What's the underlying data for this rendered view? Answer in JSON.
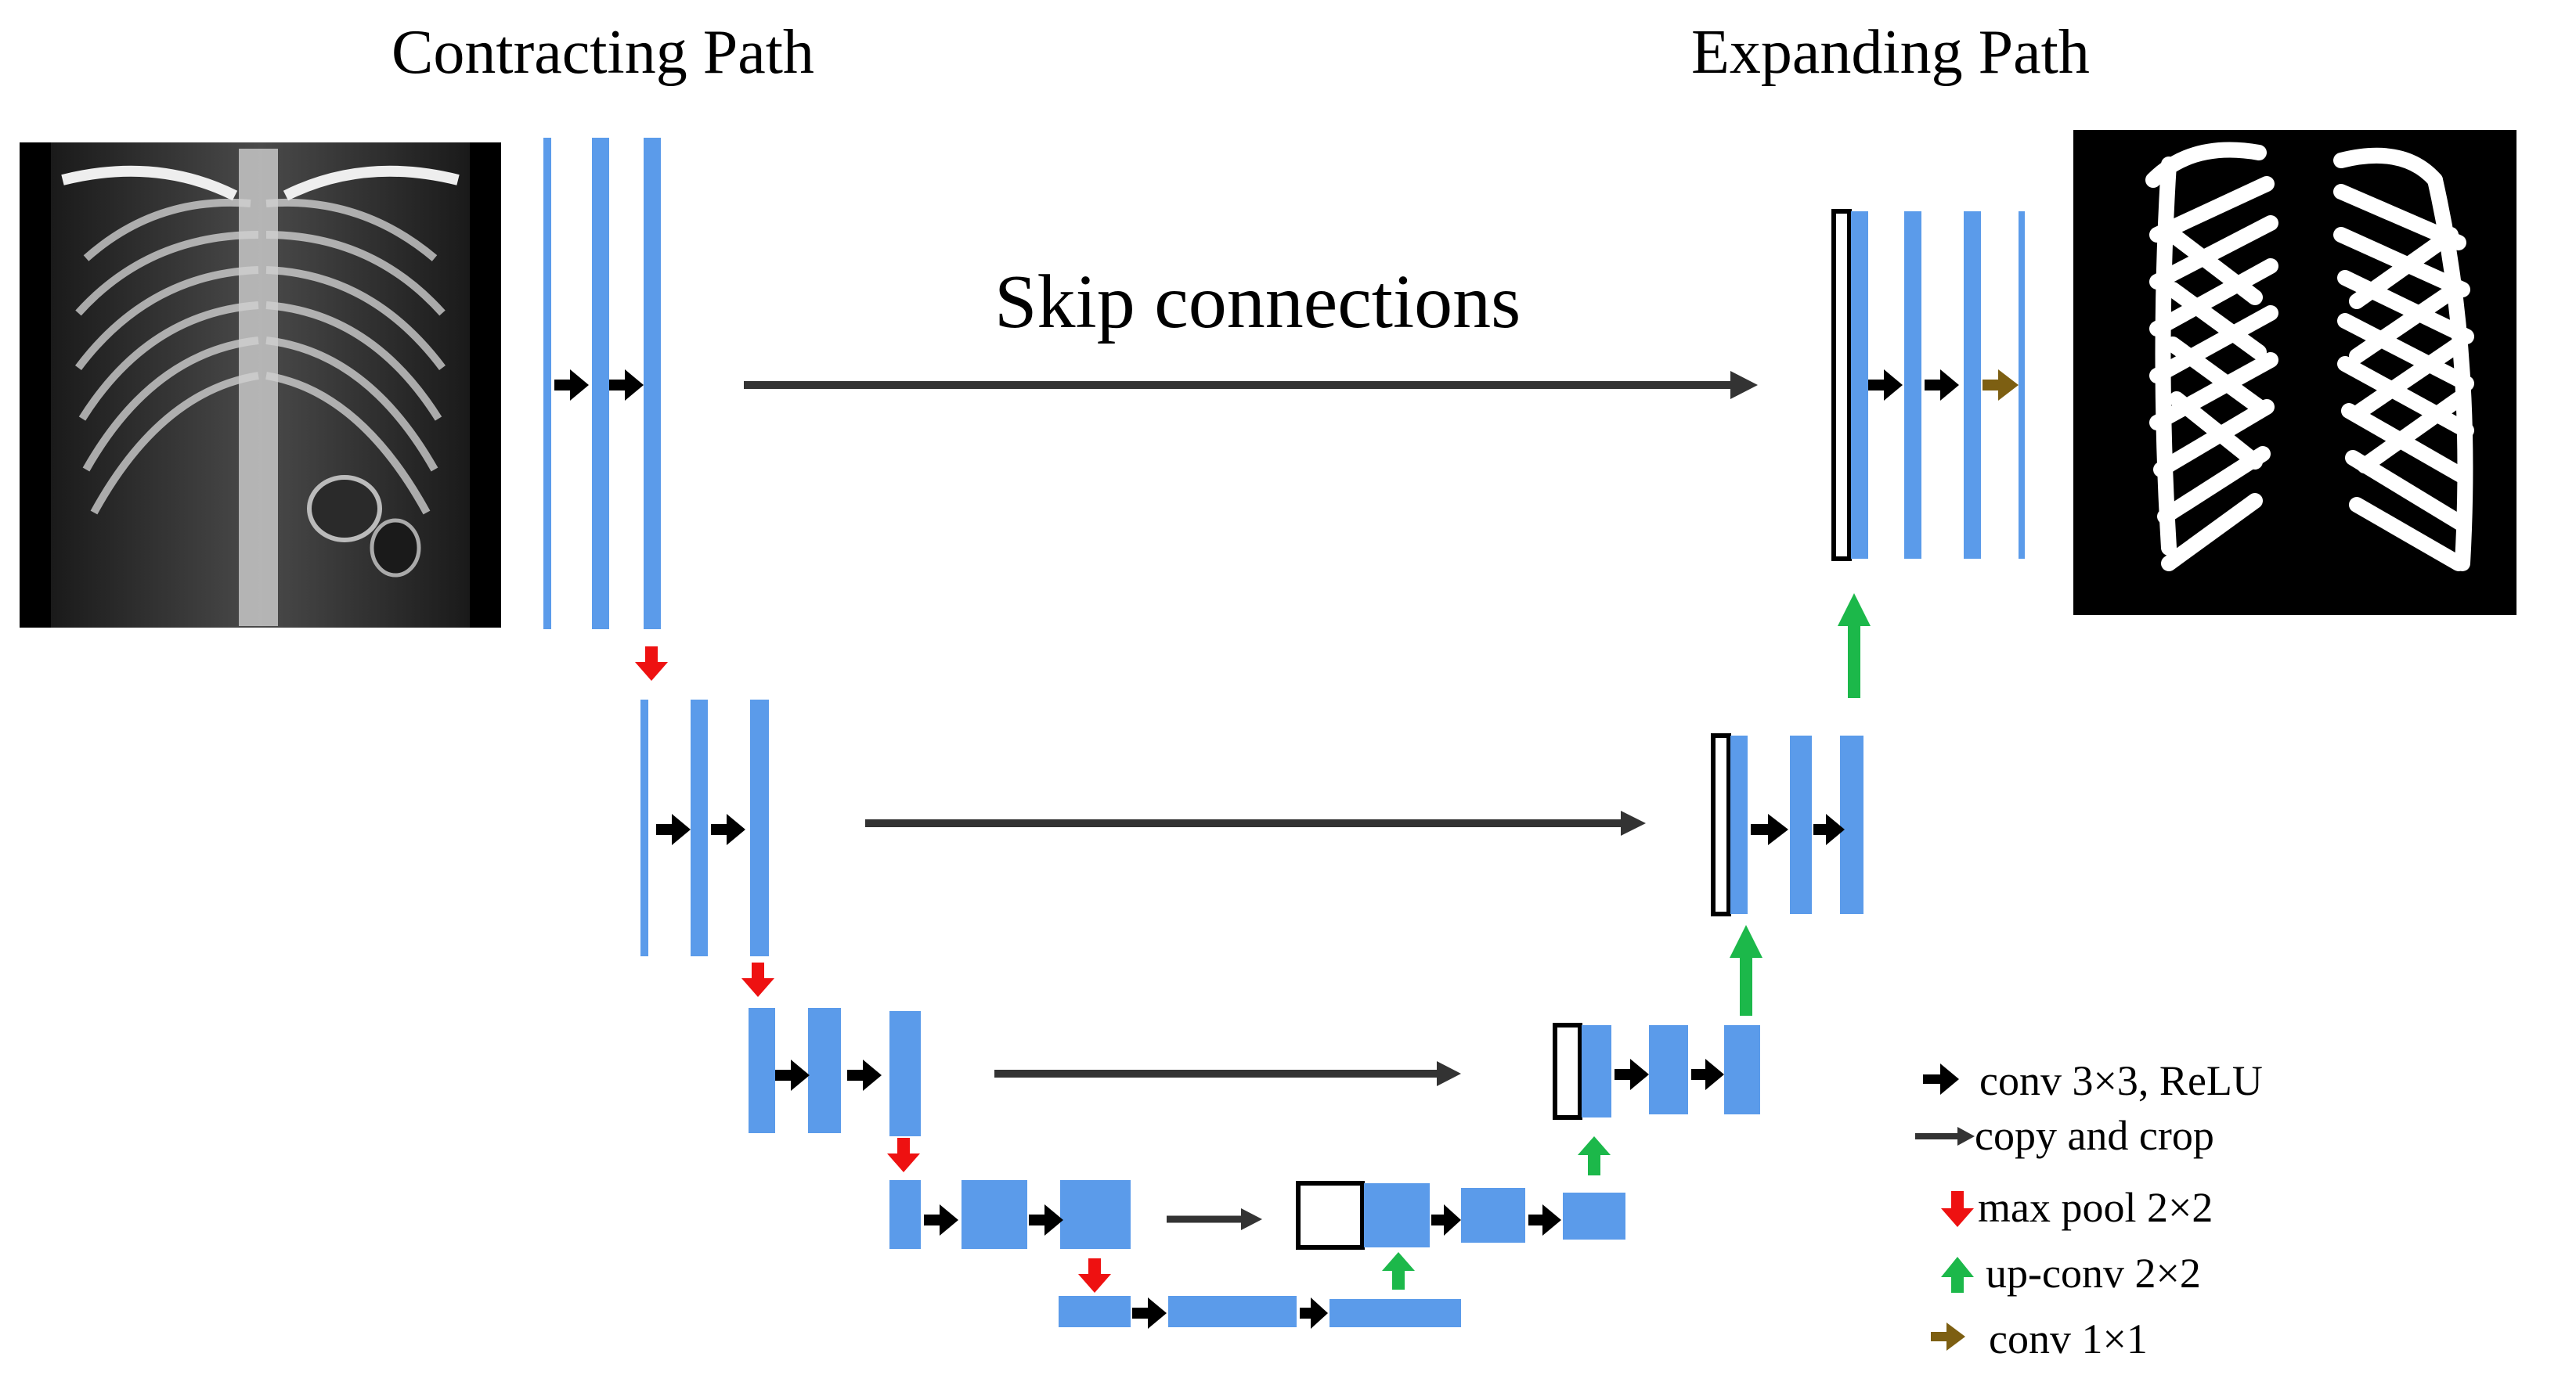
{
  "titles": {
    "contracting": "Contracting Path",
    "expanding": "Expanding Path",
    "skip": "Skip connections"
  },
  "legend": [
    {
      "icon": "conv3x3-arrow-icon",
      "label": "conv 3×3, ReLU",
      "color": "#000000"
    },
    {
      "icon": "copy-crop-arrow-icon",
      "label": "copy and crop",
      "color": "#333333"
    },
    {
      "icon": "max-pool-arrow-icon",
      "label": "max pool 2×2",
      "color": "#ee1111"
    },
    {
      "icon": "up-conv-arrow-icon",
      "label": "up-conv 2×2",
      "color": "#1cb84a"
    },
    {
      "icon": "conv1x1-arrow-icon",
      "label": "conv 1×1",
      "color": "#7d5f12"
    }
  ],
  "colors": {
    "feature_map": "#5b9bea",
    "copied_map": "#ffffff",
    "conv": "#000000",
    "copy": "#333333",
    "pool": "#ee1111",
    "upconv": "#1cb84a",
    "conv1x1": "#7d5f12"
  },
  "images": {
    "input": "chest-xray-input",
    "output": "rib-segmentation-mask"
  }
}
